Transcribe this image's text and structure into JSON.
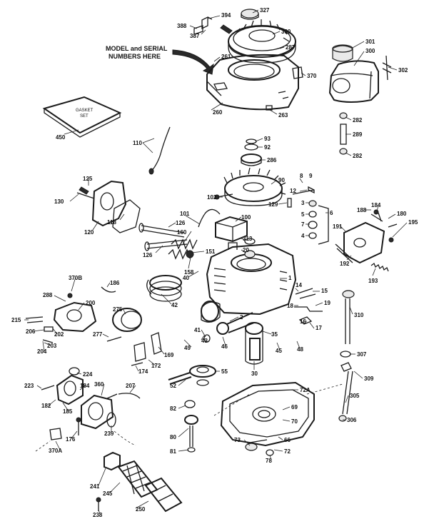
{
  "note": {
    "line1": "MODEL and SERIAL",
    "line2": "NUMBERS HERE"
  },
  "gasket_set": {
    "line1": "GASKET",
    "line2": "SET"
  },
  "labels": [
    {
      "id": "l327",
      "text": "327"
    },
    {
      "id": "l394",
      "text": "394"
    },
    {
      "id": "l388",
      "text": "388"
    },
    {
      "id": "l387",
      "text": "387"
    },
    {
      "id": "l390",
      "text": "390"
    },
    {
      "id": "l287",
      "text": "287"
    },
    {
      "id": "l261",
      "text": "261"
    },
    {
      "id": "l370",
      "text": "370"
    },
    {
      "id": "l260",
      "text": "260"
    },
    {
      "id": "l263",
      "text": "263"
    },
    {
      "id": "l301",
      "text": "301"
    },
    {
      "id": "l300",
      "text": "300"
    },
    {
      "id": "l302",
      "text": "302"
    },
    {
      "id": "l282a",
      "text": "282"
    },
    {
      "id": "l289",
      "text": "289"
    },
    {
      "id": "l282b",
      "text": "282"
    },
    {
      "id": "l450",
      "text": "450"
    },
    {
      "id": "l110",
      "text": "110"
    },
    {
      "id": "l93",
      "text": "93"
    },
    {
      "id": "l92",
      "text": "92"
    },
    {
      "id": "l286",
      "text": "286"
    },
    {
      "id": "l90",
      "text": "90"
    },
    {
      "id": "l8",
      "text": "8"
    },
    {
      "id": "l9",
      "text": "9"
    },
    {
      "id": "l12",
      "text": "12"
    },
    {
      "id": "l102",
      "text": "102"
    },
    {
      "id": "l129",
      "text": "129"
    },
    {
      "id": "l3",
      "text": "3"
    },
    {
      "id": "l5",
      "text": "5"
    },
    {
      "id": "l6",
      "text": "6"
    },
    {
      "id": "l7",
      "text": "7"
    },
    {
      "id": "l4",
      "text": "4"
    },
    {
      "id": "l125",
      "text": "125"
    },
    {
      "id": "l130",
      "text": "130"
    },
    {
      "id": "l120",
      "text": "120"
    },
    {
      "id": "l118",
      "text": "118"
    },
    {
      "id": "l126a",
      "text": "126"
    },
    {
      "id": "l101",
      "text": "101"
    },
    {
      "id": "l160",
      "text": "160"
    },
    {
      "id": "l100",
      "text": "100"
    },
    {
      "id": "l313",
      "text": "313"
    },
    {
      "id": "l20",
      "text": "20"
    },
    {
      "id": "l126b",
      "text": "126"
    },
    {
      "id": "l151",
      "text": "151"
    },
    {
      "id": "l158",
      "text": "158"
    },
    {
      "id": "l40",
      "text": "40"
    },
    {
      "id": "l1",
      "text": "1"
    },
    {
      "id": "l188",
      "text": "188"
    },
    {
      "id": "l184",
      "text": "184"
    },
    {
      "id": "l180",
      "text": "180"
    },
    {
      "id": "l191",
      "text": "191"
    },
    {
      "id": "l195",
      "text": "195"
    },
    {
      "id": "l192",
      "text": "192"
    },
    {
      "id": "l193",
      "text": "193"
    },
    {
      "id": "l370b",
      "text": "370B"
    },
    {
      "id": "l186",
      "text": "186"
    },
    {
      "id": "l288",
      "text": "288"
    },
    {
      "id": "l200",
      "text": "200"
    },
    {
      "id": "l42",
      "text": "42"
    },
    {
      "id": "l14",
      "text": "14"
    },
    {
      "id": "l15",
      "text": "15"
    },
    {
      "id": "l310",
      "text": "310"
    },
    {
      "id": "l18",
      "text": "18"
    },
    {
      "id": "l19",
      "text": "19"
    },
    {
      "id": "l16",
      "text": "16"
    },
    {
      "id": "l17",
      "text": "17"
    },
    {
      "id": "l215",
      "text": "215"
    },
    {
      "id": "l206",
      "text": "206"
    },
    {
      "id": "l202",
      "text": "202"
    },
    {
      "id": "l203",
      "text": "203"
    },
    {
      "id": "l204",
      "text": "204"
    },
    {
      "id": "l275",
      "text": "275"
    },
    {
      "id": "l2",
      "text": "2"
    },
    {
      "id": "l41",
      "text": "41"
    },
    {
      "id": "l43",
      "text": "43"
    },
    {
      "id": "l46",
      "text": "46"
    },
    {
      "id": "l35",
      "text": "35"
    },
    {
      "id": "l45",
      "text": "45"
    },
    {
      "id": "l48",
      "text": "48"
    },
    {
      "id": "l277",
      "text": "277"
    },
    {
      "id": "l49",
      "text": "49"
    },
    {
      "id": "l169",
      "text": "169"
    },
    {
      "id": "l174",
      "text": "174"
    },
    {
      "id": "l172",
      "text": "172"
    },
    {
      "id": "l30",
      "text": "30"
    },
    {
      "id": "l307",
      "text": "307"
    },
    {
      "id": "l224",
      "text": "224"
    },
    {
      "id": "l55",
      "text": "55"
    },
    {
      "id": "l309",
      "text": "309"
    },
    {
      "id": "l223",
      "text": "223"
    },
    {
      "id": "l184b",
      "text": "184"
    },
    {
      "id": "l360",
      "text": "360"
    },
    {
      "id": "l207",
      "text": "207"
    },
    {
      "id": "l52",
      "text": "52"
    },
    {
      "id": "l72a",
      "text": "72A"
    },
    {
      "id": "l182",
      "text": "182"
    },
    {
      "id": "l185",
      "text": "185"
    },
    {
      "id": "l305",
      "text": "305"
    },
    {
      "id": "l69",
      "text": "69"
    },
    {
      "id": "l82",
      "text": "82"
    },
    {
      "id": "l70",
      "text": "70"
    },
    {
      "id": "l306",
      "text": "306"
    },
    {
      "id": "l176",
      "text": "176"
    },
    {
      "id": "l239",
      "text": "239"
    },
    {
      "id": "l80",
      "text": "80"
    },
    {
      "id": "l73",
      "text": "73"
    },
    {
      "id": "l66",
      "text": "66"
    },
    {
      "id": "l370a",
      "text": "370A"
    },
    {
      "id": "l81",
      "text": "81"
    },
    {
      "id": "l78",
      "text": "78"
    },
    {
      "id": "l72",
      "text": "72"
    },
    {
      "id": "l241",
      "text": "241"
    },
    {
      "id": "l245",
      "text": "245"
    },
    {
      "id": "l238",
      "text": "238"
    },
    {
      "id": "l250",
      "text": "250"
    }
  ]
}
